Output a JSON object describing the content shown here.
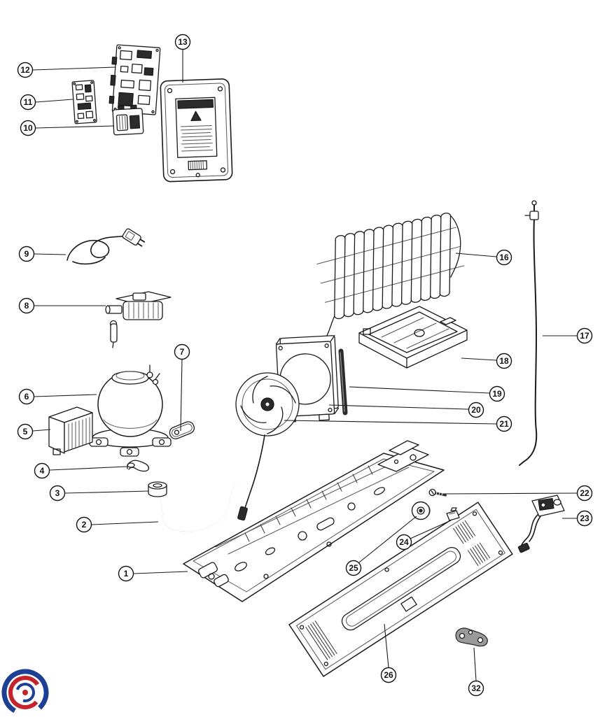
{
  "colors": {
    "line": "#1a1a1a",
    "background": "#ffffff",
    "logo_blue": "#1d3f94",
    "logo_red": "#c4242b"
  },
  "callouts": [
    {
      "label": "1"
    },
    {
      "label": "2"
    },
    {
      "label": "3"
    },
    {
      "label": "4"
    },
    {
      "label": "5"
    },
    {
      "label": "6"
    },
    {
      "label": "7"
    },
    {
      "label": "8"
    },
    {
      "label": "9"
    },
    {
      "label": "10"
    },
    {
      "label": "11"
    },
    {
      "label": "12"
    },
    {
      "label": "13"
    },
    {
      "label": "16"
    },
    {
      "label": "17"
    },
    {
      "label": "18"
    },
    {
      "label": "19"
    },
    {
      "label": "20"
    },
    {
      "label": "21"
    },
    {
      "label": "22"
    },
    {
      "label": "23"
    },
    {
      "label": "24"
    },
    {
      "label": "25"
    },
    {
      "label": "26"
    },
    {
      "label": "32"
    }
  ]
}
